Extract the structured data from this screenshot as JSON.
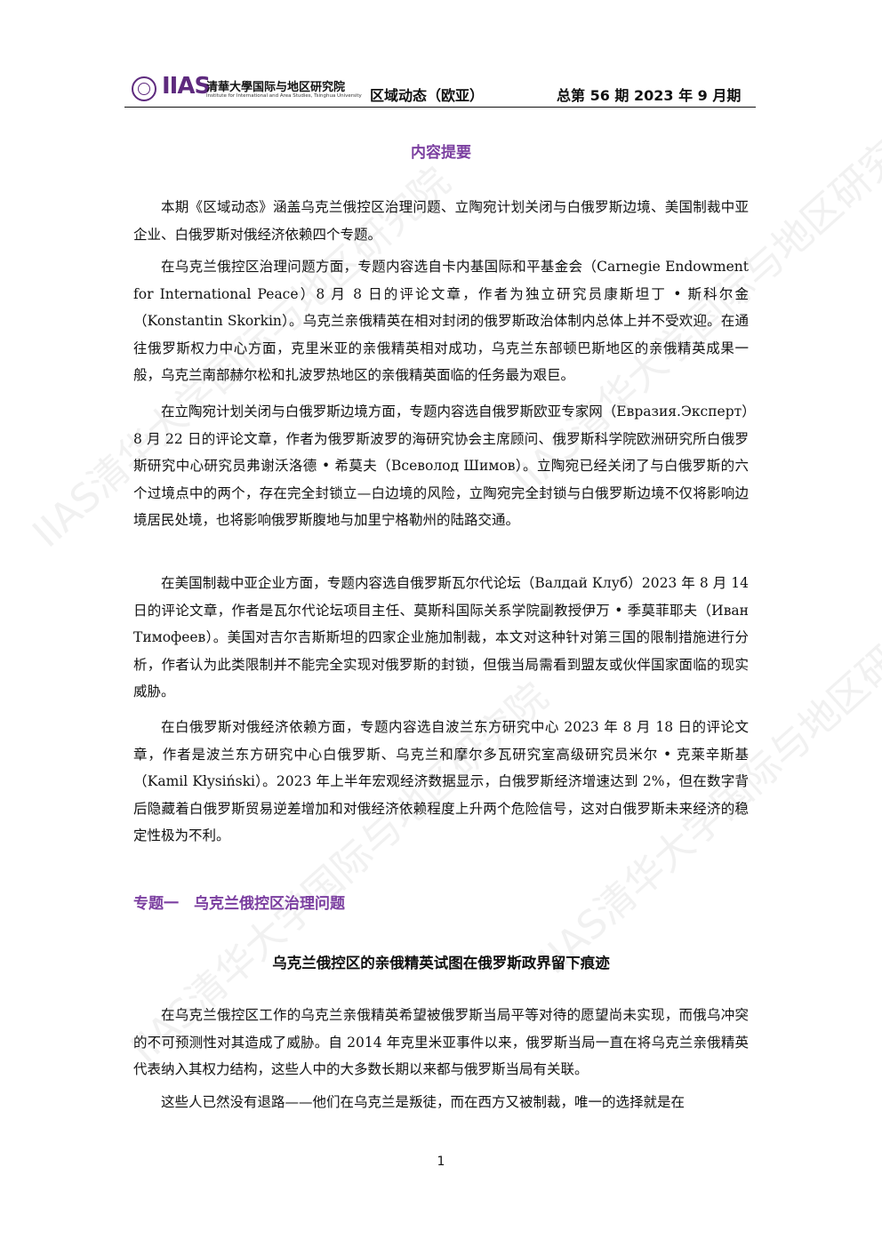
{
  "header": {
    "logo": "IIAS",
    "institute_cn": "清華大學国际与地区研究院",
    "institute_en": "Institute for International and Area Studies, Tsinghua University",
    "publication": "区域动态（欧亚）",
    "issue": "总第 56 期 2023 年 9 月期"
  },
  "summary": {
    "title": "内容提要",
    "paragraphs": [
      "本期《区域动态》涵盖乌克兰俄控区治理问题、立陶宛计划关闭与白俄罗斯边境、美国制裁中亚企业、白俄罗斯对俄经济依赖四个专题。",
      "在乌克兰俄控区治理问题方面，专题内容选自卡内基国际和平基金会（Carnegie Endowment for International Peace）8 月 8 日的评论文章，作者为独立研究员康斯坦丁 • 斯科尔金（Konstantin Skorkin）。乌克兰亲俄精英在相对封闭的俄罗斯政治体制内总体上并不受欢迎。在通往俄罗斯权力中心方面，克里米亚的亲俄精英相对成功，乌克兰东部顿巴斯地区的亲俄精英成果一般，乌克兰南部赫尔松和扎波罗热地区的亲俄精英面临的任务最为艰巨。",
      "在立陶宛计划关闭与白俄罗斯边境方面，专题内容选自俄罗斯欧亚专家网（Евразия.Эксперт）8 月 22 日的评论文章，作者为俄罗斯波罗的海研究协会主席顾问、俄罗斯科学院欧洲研究所白俄罗斯研究中心研究员弗谢沃洛德 • 希莫夫（Всеволод Шимов）。立陶宛已经关闭了与白俄罗斯的六个过境点中的两个，存在完全封锁立—白边境的风险，立陶宛完全封锁与白俄罗斯边境不仅将影响边境居民处境，也将影响俄罗斯腹地与加里宁格勒州的陆路交通。",
      "在美国制裁中亚企业方面，专题内容选自俄罗斯瓦尔代论坛（Валдай Клуб）2023 年 8 月 14 日的评论文章，作者是瓦尔代论坛项目主任、莫斯科国际关系学院副教授伊万 • 季莫菲耶夫（Иван Тимофеев）。美国对吉尔吉斯斯坦的四家企业施加制裁，本文对这种针对第三国的限制措施进行分析，作者认为此类限制并不能完全实现对俄罗斯的封锁，但俄当局需看到盟友或伙伴国家面临的现实威胁。",
      "在白俄罗斯对俄经济依赖方面，专题内容选自波兰东方研究中心 2023 年 8 月 18 日的评论文章，作者是波兰东方研究中心白俄罗斯、乌克兰和摩尔多瓦研究室高级研究员米尔 • 克莱辛斯基（Kamil Kłysiński）。2023 年上半年宏观经济数据显示，白俄罗斯经济增速达到 2%，但在数字背后隐藏着白俄罗斯贸易逆差增加和对俄经济依赖程度上升两个危险信号，这对白俄罗斯未来经济的稳定性极为不利。"
    ]
  },
  "section": {
    "heading": "专题一　乌克兰俄控区治理问题",
    "article_title": "乌克兰俄控区的亲俄精英试图在俄罗斯政界留下痕迹",
    "paragraphs": [
      "在乌克兰俄控区工作的乌克兰亲俄精英希望被俄罗斯当局平等对待的愿望尚未实现，而俄乌冲突的不可预测性对其造成了威胁。自 2014 年克里米亚事件以来，俄罗斯当局一直在将乌克兰亲俄精英代表纳入其权力结构，这些人中的大多数长期以来都与俄罗斯当局有关联。",
      "这些人已然没有退路——他们在乌克兰是叛徒，而在西方又被制裁，唯一的选择就是在"
    ]
  },
  "watermark": "IIAS清华大学国际与地区研究院",
  "page_number": "1"
}
